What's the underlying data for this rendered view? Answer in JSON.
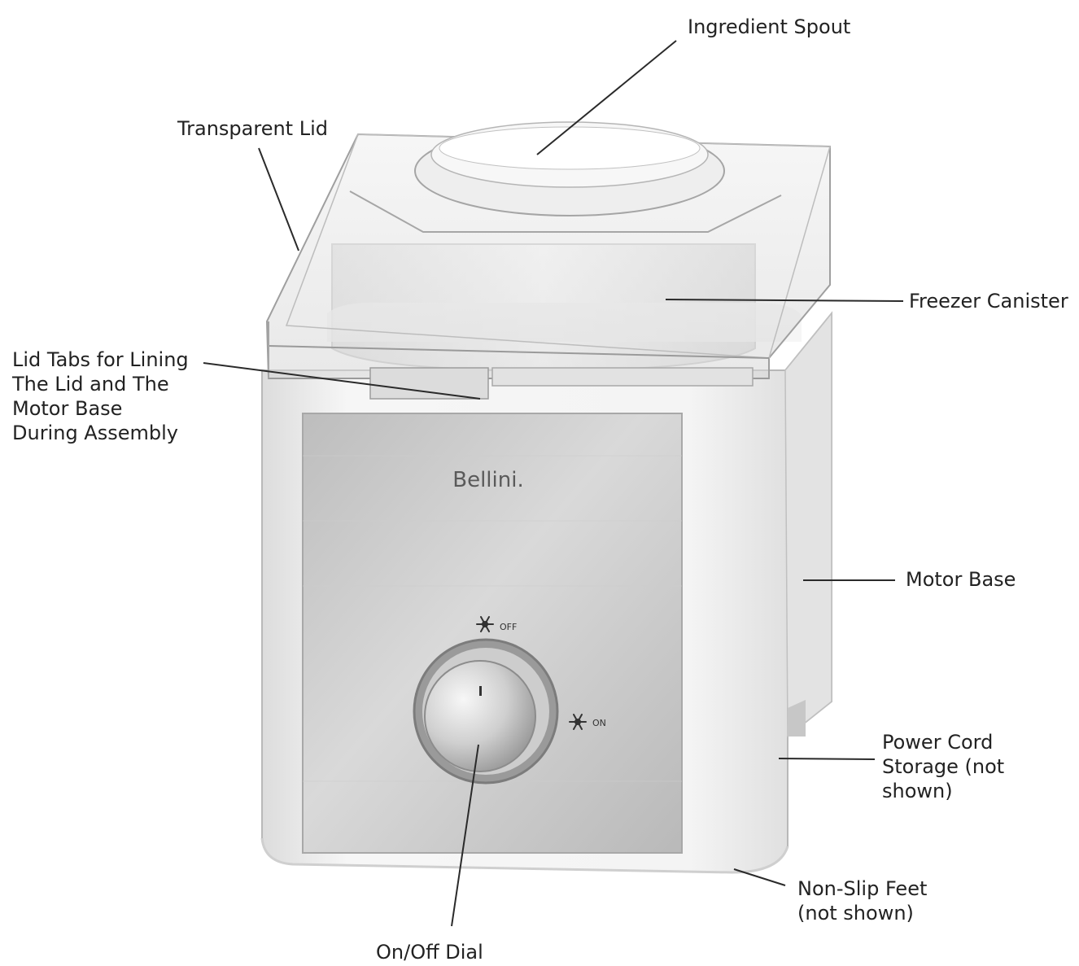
{
  "brand": "Bellini.",
  "dial_markings": {
    "off": "OFF",
    "on": "ON",
    "off_icon": "snowflake-icon",
    "on_icon": "snowflake-icon"
  },
  "callouts": {
    "ingredient_spout": "Ingredient Spout",
    "transparent_lid": "Transparent Lid",
    "freezer_canister": "Freezer Canister",
    "lid_tabs": "Lid Tabs for Lining\nThe Lid and The\nMotor Base\nDuring Assembly",
    "motor_base": "Motor Base",
    "power_cord_storage": "Power Cord\nStorage (not\nshown)",
    "non_slip_feet": "Non-Slip Feet\n(not shown)",
    "on_off_dial": "On/Off Dial"
  },
  "colors": {
    "line": "#2a2a2a",
    "body": "#f1f1f1",
    "panel": "#c9c9c9",
    "lid": "#e4e4e4"
  }
}
